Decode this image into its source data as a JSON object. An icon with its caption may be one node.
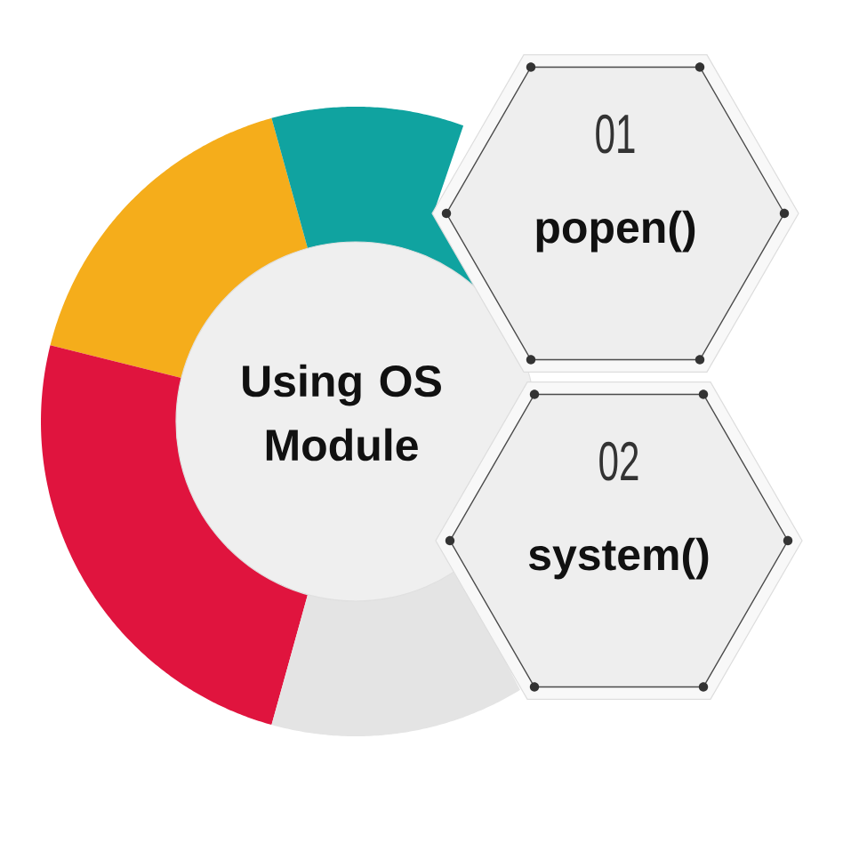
{
  "diagram": {
    "nodes": [
      {
        "text": [
          "Using OS Module"
        ]
      },
      {
        "text": [
          "01",
          "popen()"
        ]
      },
      {
        "text": [
          "02",
          "system()"
        ]
      }
    ]
  }
}
